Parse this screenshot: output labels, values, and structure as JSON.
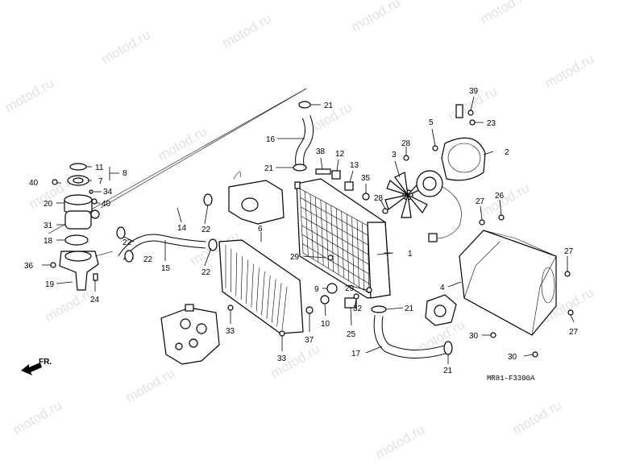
{
  "watermark": "motod.ru",
  "direction_label": "FR.",
  "drawing_code": "MR81-F3300A",
  "callouts": {
    "c1": "1",
    "c2": "2",
    "c3": "3",
    "c4": "4",
    "c5": "5",
    "c6": "6",
    "c7": "7",
    "c8": "8",
    "c9": "9",
    "c10": "10",
    "c11": "11",
    "c12": "12",
    "c13": "13",
    "c14": "14",
    "c15": "15",
    "c16": "16",
    "c17": "17",
    "c18": "18",
    "c19": "19",
    "c20": "20",
    "c21a": "21",
    "c21b": "21",
    "c21c": "21",
    "c21d": "21",
    "c22a": "22",
    "c22b": "22",
    "c22c": "22",
    "c22d": "22",
    "c23": "23",
    "c24": "24",
    "c25": "25",
    "c26": "26",
    "c27a": "27",
    "c27b": "27",
    "c27c": "27",
    "c28a": "28",
    "c28b": "28",
    "c29a": "29",
    "c29b": "29",
    "c30a": "30",
    "c30b": "30",
    "c31": "31",
    "c32": "32",
    "c33a": "33",
    "c33b": "33",
    "c34": "34",
    "c35": "35",
    "c36": "36",
    "c37": "37",
    "c38": "38",
    "c39": "39",
    "c40a": "40",
    "c40b": "40"
  }
}
